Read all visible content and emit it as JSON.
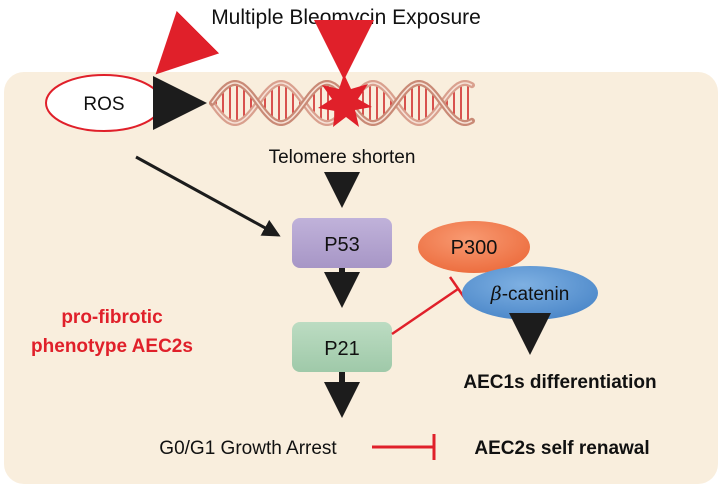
{
  "title": "Multiple Bleomycin Exposure",
  "nodes": {
    "ros": "ROS",
    "telomere": "Telomere shorten",
    "p53": "P53",
    "p21": "P21",
    "p300": "P300",
    "beta_symbol": "β",
    "beta_rest": "-catenin",
    "growth_arrest": "G0/G1 Growth Arrest"
  },
  "labels": {
    "phenotype_line1": "pro-fibrotic",
    "phenotype_line2": "phenotype AEC2s",
    "aec1": "AEC1s differentiation",
    "aec2": "AEC2s self renawal"
  },
  "colors": {
    "background_panel": "#f9eedd",
    "red": "#e0202a",
    "arrow_black": "#1c1c1c",
    "p53_fill": "#b3a3cf",
    "p21_fill": "#acd2b5",
    "p300_fill": "#f07a4c",
    "catenin_fill": "#5b95d3"
  }
}
